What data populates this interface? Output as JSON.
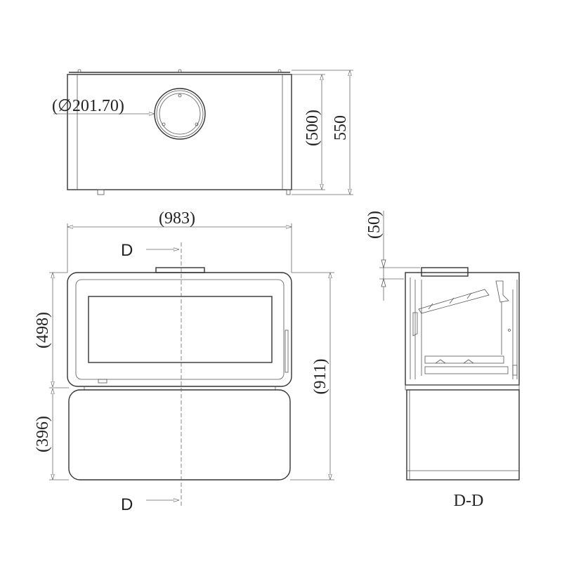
{
  "drawing": {
    "top_view": {
      "diameter_label": "(∅201.70)",
      "depth_inner_label": "(500)",
      "depth_total_label": "550"
    },
    "front_view": {
      "width_label": "(983)",
      "section_marker_top": "D",
      "section_marker_bottom": "D",
      "upper_height_label": "(498)",
      "lower_height_label": "(396)",
      "total_height_label": "(911)"
    },
    "section_view": {
      "offset_label": "(50)",
      "title": "D-D"
    }
  }
}
